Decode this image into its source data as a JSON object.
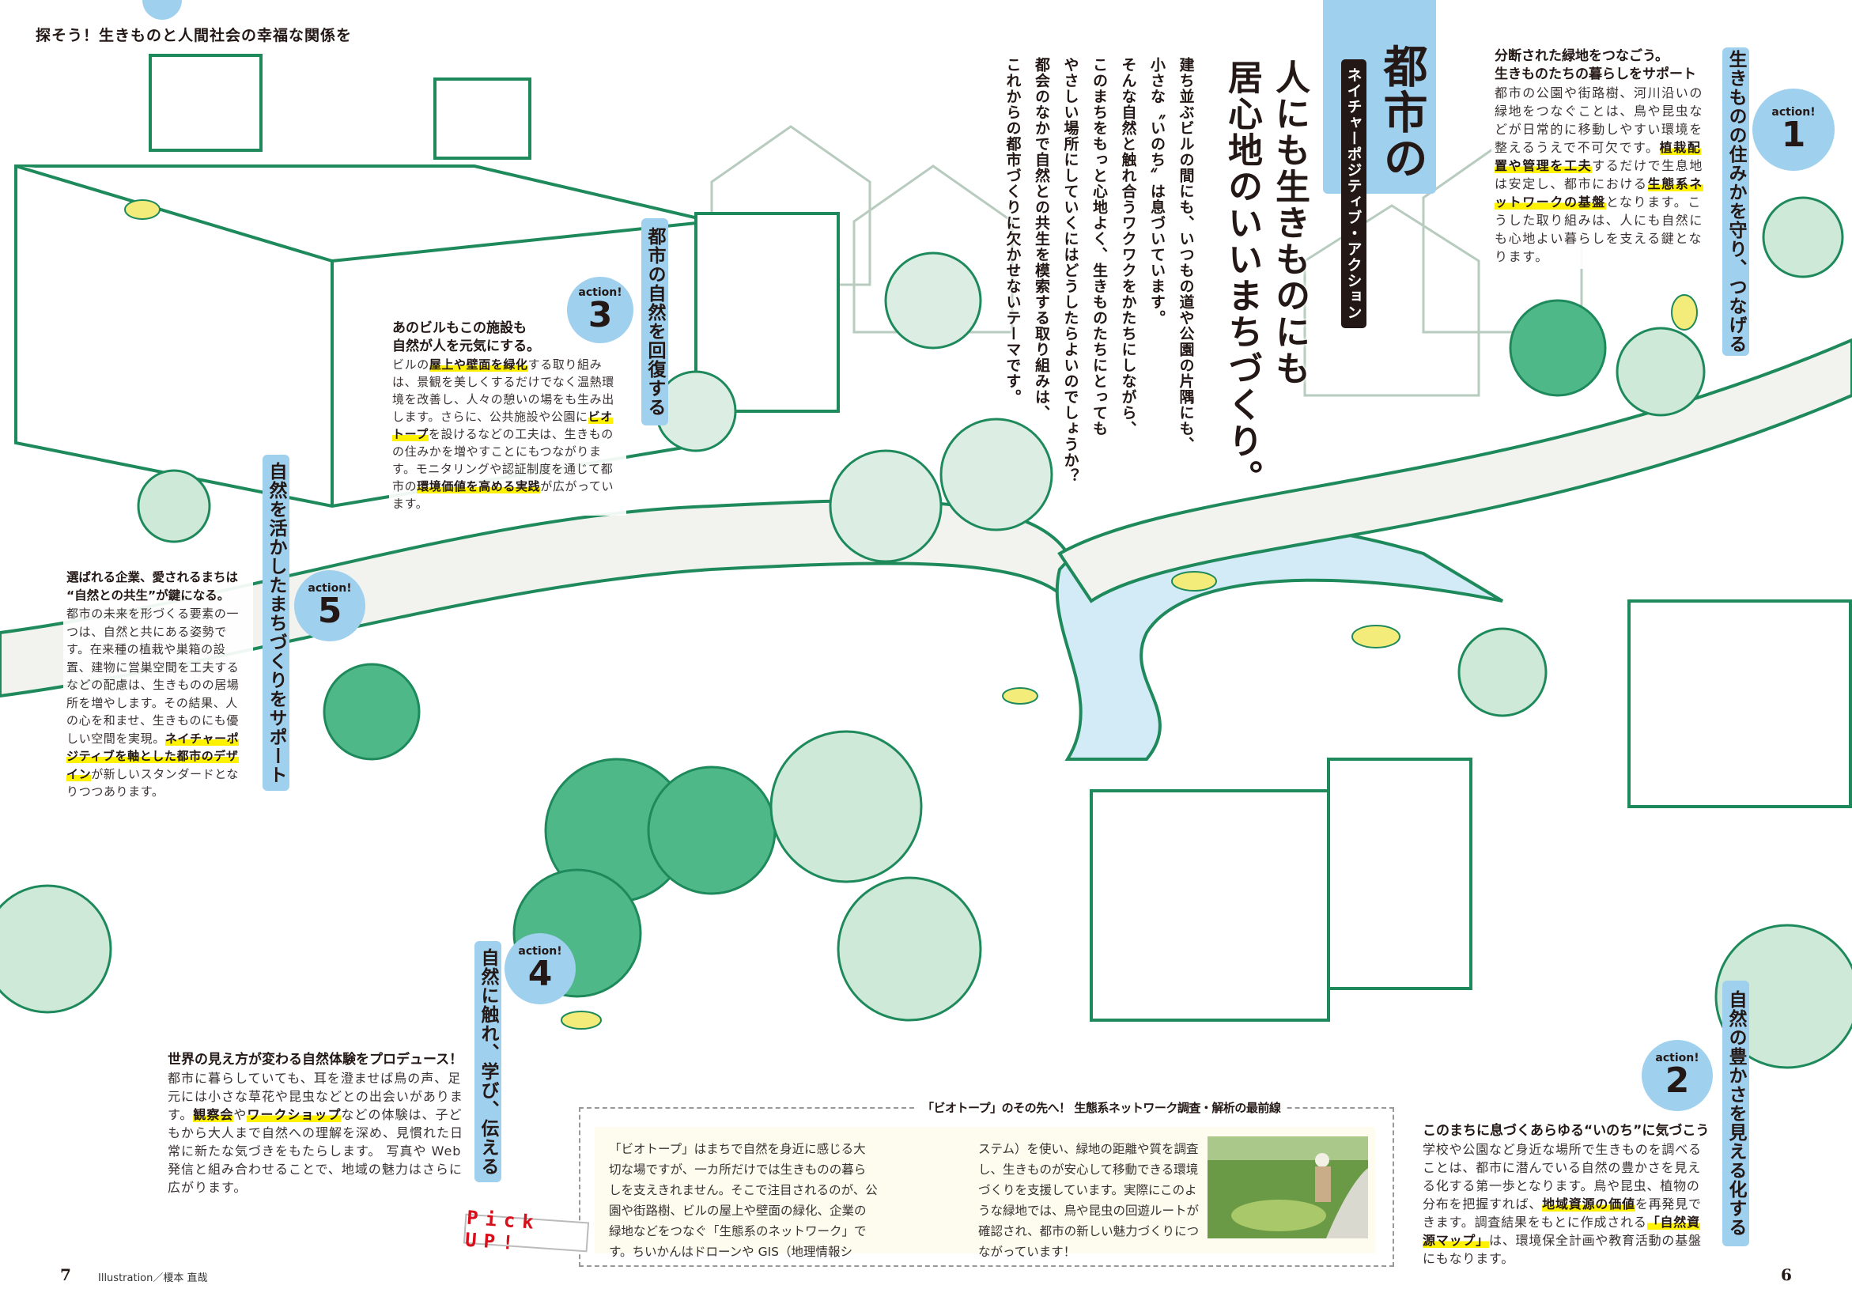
{
  "header": {
    "tagline": "探そう！生きものと人間社会の幸福な関係を"
  },
  "title_block": {
    "category": "都市の",
    "label": "ネイチャーポジティブ・アクション",
    "title_lines": [
      "人にも生きものにも",
      "居心地のいいまちづくり。"
    ],
    "lead_lines": [
      "建ち並ぶビルの間にも、いつもの道や公園の片隅にも、",
      "小さな〝いのち〟は息づいています。",
      "そんな自然と触れ合うワクワクをかたちにしながら、",
      "このまちをもっと心地よく、生きものたちにとっても",
      "やさしい場所にしていくにはどうしたらよいのでしょうか？",
      "都会のなかで自然との共生を模索する取り組みは、",
      "これからの都市づくりに欠かせないテーマです。"
    ]
  },
  "actions": {
    "a1": {
      "tag": "action!",
      "number": "1",
      "label": "生きものの住みかを守り、つなげる",
      "heading": [
        "分断された緑地をつなごう。",
        "生きものたちの暮らしをサポート"
      ],
      "body": [
        {
          "t": "都市の公園や街路樹、河川沿いの緑地をつなぐことは、鳥や昆虫などが日常的に移動しやすい環境を整えるうえで不可欠です。"
        },
        {
          "t": "植栽配置や管理を工夫",
          "hl": true
        },
        {
          "t": "するだけで生息地は安定し、都市における"
        },
        {
          "t": "生態系ネットワークの基盤",
          "hl": true
        },
        {
          "t": "となります。こうした取り組みは、人にも自然にも心地よい暮らしを支える鍵となります。"
        }
      ]
    },
    "a2": {
      "tag": "action!",
      "number": "2",
      "label": "自然の豊かさを見える化する",
      "heading": [
        "このまちに息づくあらゆる“いのち”に気づこう"
      ],
      "body": [
        {
          "t": "学校や公園など身近な場所で生きものを調べることは、都市に潜んでいる自然の豊かさを見える化する第一歩となります。鳥や昆虫、植物の分布を把握すれば、"
        },
        {
          "t": "地域資源の価値",
          "hl": true
        },
        {
          "t": "を再発見できます。調査結果をもとに作成される"
        },
        {
          "t": "「自然資源マップ」",
          "hl": true
        },
        {
          "t": "は、環境保全計画や教育活動の基盤にもなります。"
        }
      ]
    },
    "a3": {
      "tag": "action!",
      "number": "3",
      "label": "都市の自然を回復する",
      "heading": [
        "あのビルもこの施設も",
        "自然が人を元気にする。"
      ],
      "body": [
        {
          "t": "ビルの"
        },
        {
          "t": "屋上や壁面を緑化",
          "hl": true
        },
        {
          "t": "する取り組みは、景観を美しくするだけでなく温熱環境を改善し、人々の憩いの場をも生み出します。さらに、公共施設や公園に"
        },
        {
          "t": "ビオトープ",
          "hl": true
        },
        {
          "t": "を設けるなどの工夫は、生きものの住みかを増やすことにもつながります。モニタリングや認証制度を通じて都市の"
        },
        {
          "t": "環境価値を高める実践",
          "hl": true
        },
        {
          "t": "が広がっています。"
        }
      ]
    },
    "a4": {
      "tag": "action!",
      "number": "4",
      "label": "自然に触れ、学び、伝える",
      "heading": [
        "世界の見え方が変わる自然体験をプロデュース！"
      ],
      "body": [
        {
          "t": "都市に暮らしていても、耳を澄ませば鳥の声、足元には小さな草花や昆虫などとの出会いがあります。"
        },
        {
          "t": "観察会",
          "hl": true
        },
        {
          "t": "や"
        },
        {
          "t": "ワークショップ",
          "hl": true
        },
        {
          "t": "などの体験は、子どもから大人まで自然への理解を深め、見慣れた日常に新たな気づきをもたらします。 写真や Web 発信と組み合わせることで、地域の魅力はさらに広がります。"
        }
      ]
    },
    "a5": {
      "tag": "action!",
      "number": "5",
      "label": "自然を活かしたまちづくりをサポート",
      "heading": [
        "選ばれる企業、愛されるまちは",
        "“自然との共生”が鍵になる。"
      ],
      "body": [
        {
          "t": "都市の未来を形づくる要素の一つは、自然と共にある姿勢です。在来種の植栽や巣箱の設置、建物に営巣空間を工夫するなどの配慮は、生きものの居場所を増やします。その結果、人の心を和ませ、生きものにも優しい空間を実現。"
        },
        {
          "t": "ネイチャーポジティブを軸とした都市のデザイン",
          "hl": true
        },
        {
          "t": "が新しいスタンダードとなりつつあります。"
        }
      ]
    }
  },
  "pickup": {
    "stamp": "Pick UP!",
    "title": "「ビオトープ」のその先へ！ 生態系ネットワーク調査・解析の最前線",
    "col1": "「ビオトープ」はまちで自然を身近に感じる大切な場ですが、一カ所だけでは生きものの暮らしを支えきれません。そこで注目されるのが、公園や街路樹、ビルの屋上や壁面の緑化、企業の緑地などをつなぐ「生態系のネットワーク」です。ちいかんはドローンや GIS（地理情報シ",
    "col2": "ステム）を使い、緑地の距離や質を調査し、生きものが安心して移動できる環境づくりを支援しています。実際にこのような緑地では、鳥や昆虫の回遊ルートが確認され、都市の新しい魅力づくりにつながっています！"
  },
  "footer": {
    "page_left": "7",
    "credit": "Illustration／榎本 直哉",
    "page_right": "6"
  },
  "colors": {
    "accent_blue": "#9fd0ee",
    "line_green": "#1e8a5c",
    "tree_green": "#4fb889",
    "highlight": "#fff200",
    "river": "#d3ebf6",
    "bird": "#f4ec7a"
  }
}
